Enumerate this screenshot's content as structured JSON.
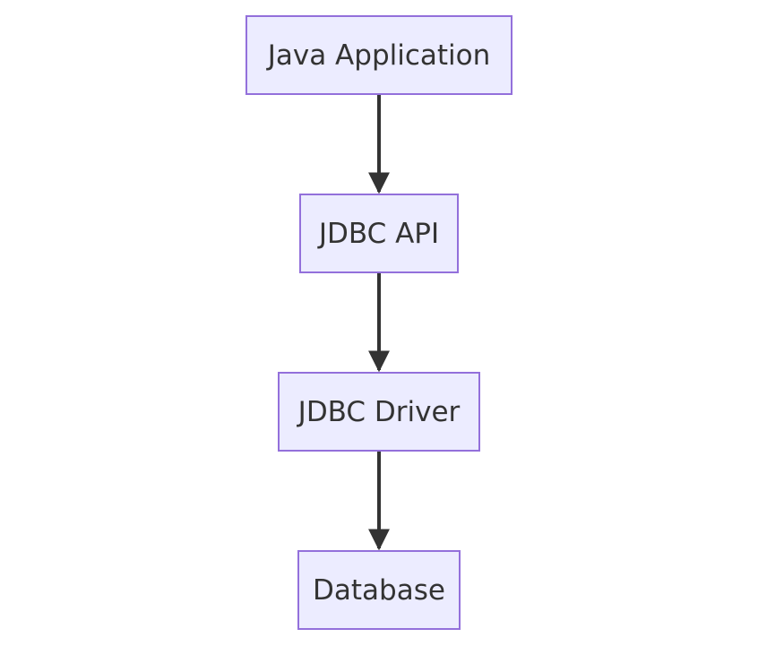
{
  "diagram": {
    "nodes": [
      {
        "id": "java_app",
        "label": "Java Application"
      },
      {
        "id": "jdbc_api",
        "label": "JDBC API"
      },
      {
        "id": "jdbc_driver",
        "label": "JDBC Driver"
      },
      {
        "id": "database",
        "label": "Database"
      }
    ],
    "edges": [
      {
        "from": "java_app",
        "to": "jdbc_api"
      },
      {
        "from": "jdbc_api",
        "to": "jdbc_driver"
      },
      {
        "from": "jdbc_driver",
        "to": "database"
      }
    ],
    "colors": {
      "node_fill": "#ececff",
      "node_border": "#9370db",
      "edge": "#333333",
      "text": "#333333"
    }
  }
}
